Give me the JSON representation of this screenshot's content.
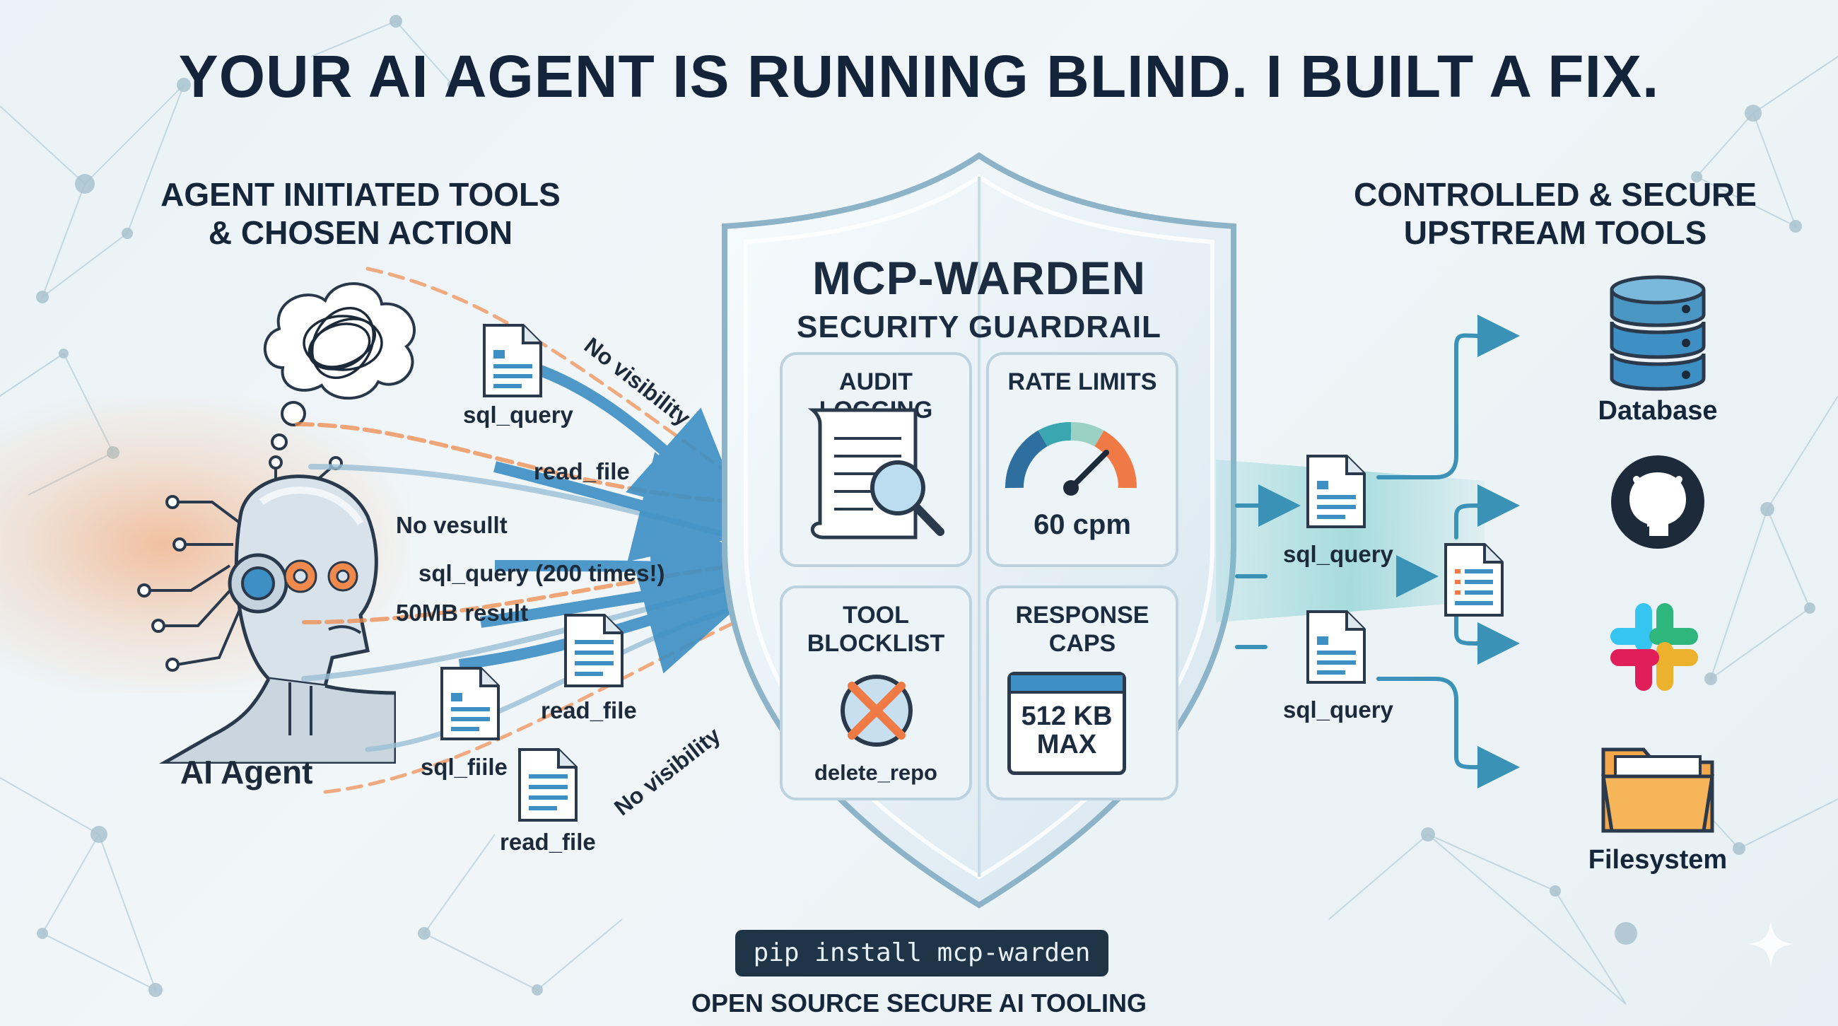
{
  "headline": "YOUR AI AGENT IS RUNNING BLIND. I BUILT A FIX.",
  "left": {
    "title_line1": "AGENT INITIATED TOOLS",
    "title_line2": "& CHOSEN ACTION",
    "agent_label": "AI Agent",
    "calls": {
      "sql_query_top": "sql_query",
      "read_file_top": "read_file",
      "no_result": "No vesullt",
      "sql_query_200": "sql_query (200 times!)",
      "result_50mb": "50MB result",
      "read_file_mid": "read_file",
      "sql_file": "sql_fiile",
      "read_file_bottom": "read_file",
      "no_visibility_top": "No visibility",
      "no_visibility_bottom": "No visibility"
    }
  },
  "shield": {
    "title": "MCP-WARDEN",
    "subtitle": "SECURITY GUARDRAIL",
    "audit": {
      "title": "AUDIT LOGGING"
    },
    "rate": {
      "title": "RATE LIMITS",
      "value": "60 cpm"
    },
    "blocklist": {
      "title_line1": "TOOL",
      "title_line2": "BLOCKLIST",
      "item": "delete_repo"
    },
    "caps": {
      "title_line1": "RESPONSE",
      "title_line2": "CAPS",
      "value_line1": "512 KB",
      "value_line2": "MAX"
    }
  },
  "right": {
    "title_line1": "CONTROLLED & SECURE",
    "title_line2": "UPSTREAM TOOLS",
    "doc_top": "sql_query",
    "doc_bottom": "sql_query",
    "tools": {
      "database": "Database",
      "filesystem": "Filesystem"
    }
  },
  "install_command": "pip install mcp-warden",
  "footer": "OPEN SOURCE SECURE AI TOOLING",
  "icons": {
    "thought": "thought-bubble-icon",
    "robot": "robot-head-icon",
    "document": "document-icon",
    "scroll": "scroll-magnifier-icon",
    "gauge": "speedometer-icon",
    "blocked": "blocked-icon",
    "window": "browser-window-icon",
    "database": "database-icon",
    "github": "github-icon",
    "slack": "slack-icon",
    "folder": "folder-icon"
  },
  "colors": {
    "accent_blue": "#3d8fc4",
    "accent_orange": "#ef8a4c",
    "teal": "#3aa6b0",
    "navy": "#13233a"
  }
}
